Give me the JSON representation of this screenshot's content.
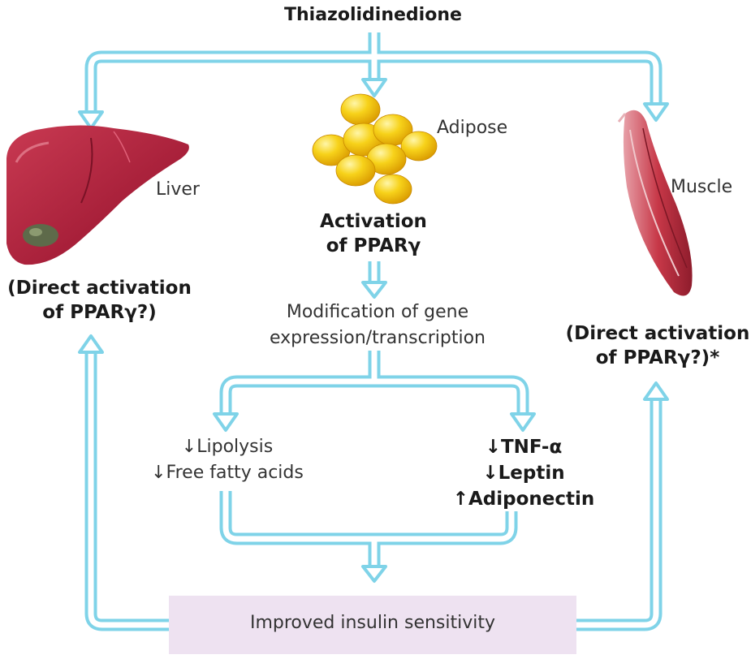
{
  "title": "Thiazolidinedione",
  "adipose": {
    "label": "Adipose",
    "activation": [
      "Activation",
      "of PPARγ"
    ]
  },
  "liver": {
    "label": "Liver",
    "note": [
      "(Direct activation",
      "of PPARγ?)"
    ]
  },
  "muscle": {
    "label": "Muscle",
    "note": [
      "(Direct activation",
      "of PPARγ?)*"
    ]
  },
  "gene_modification": [
    "Modification of gene",
    "expression/transcription"
  ],
  "left_effects": [
    "↓Lipolysis",
    "↓Free fatty acids"
  ],
  "right_effects": [
    "↓TNF-α",
    "↓Leptin",
    "↑Adiponectin"
  ],
  "outcome": "Improved insulin sensitivity",
  "colors": {
    "arrow_outline": "#7fd3e8",
    "outcome_box": "#eee2f1",
    "liver": "#b3283e",
    "muscle": "#c23a4a",
    "fat_cell": "#f2c200"
  }
}
